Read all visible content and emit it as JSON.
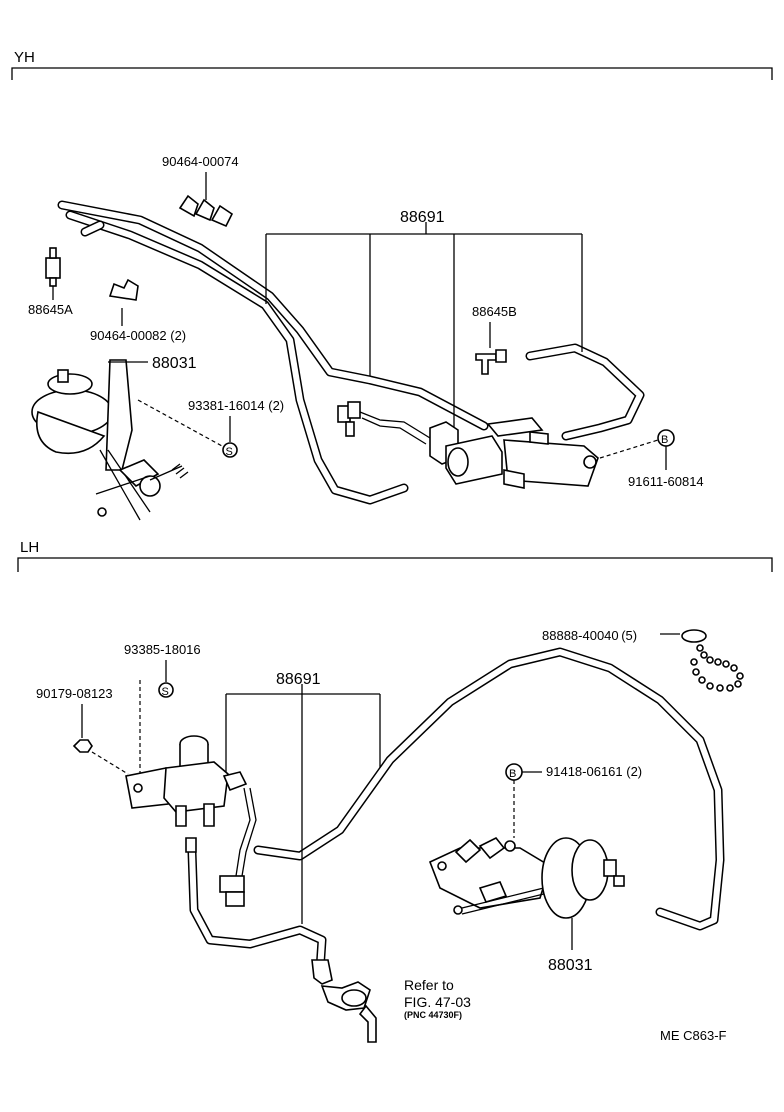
{
  "sections": {
    "yh": "YH",
    "lh": "LH"
  },
  "yh_labels": {
    "p90464_00074": "90464-00074",
    "p88691": "88691",
    "p88645a": "88645A",
    "p90464_00082": "90464-00082 (2)",
    "p88645b": "88645B",
    "p88031": "88031",
    "p93381_16014": "93381-16014 (2)",
    "p91611_60814": "91611-60814",
    "mark_s": "S",
    "mark_b": "B"
  },
  "lh_labels": {
    "p93385_18016": "93385-18016",
    "p90179_08123": "90179-08123",
    "p88691": "88691",
    "p88888_40040": "88888-40040 (5)",
    "p91418_06161": "91418-06161  (2)",
    "p88031": "88031",
    "mark_s": "S",
    "mark_b": "B",
    "refer_line1": "Refer to",
    "refer_line2": "FIG. 47-03",
    "refer_line3": "(PNC 44730F)"
  },
  "footer": {
    "code": "ME  C863-F"
  }
}
